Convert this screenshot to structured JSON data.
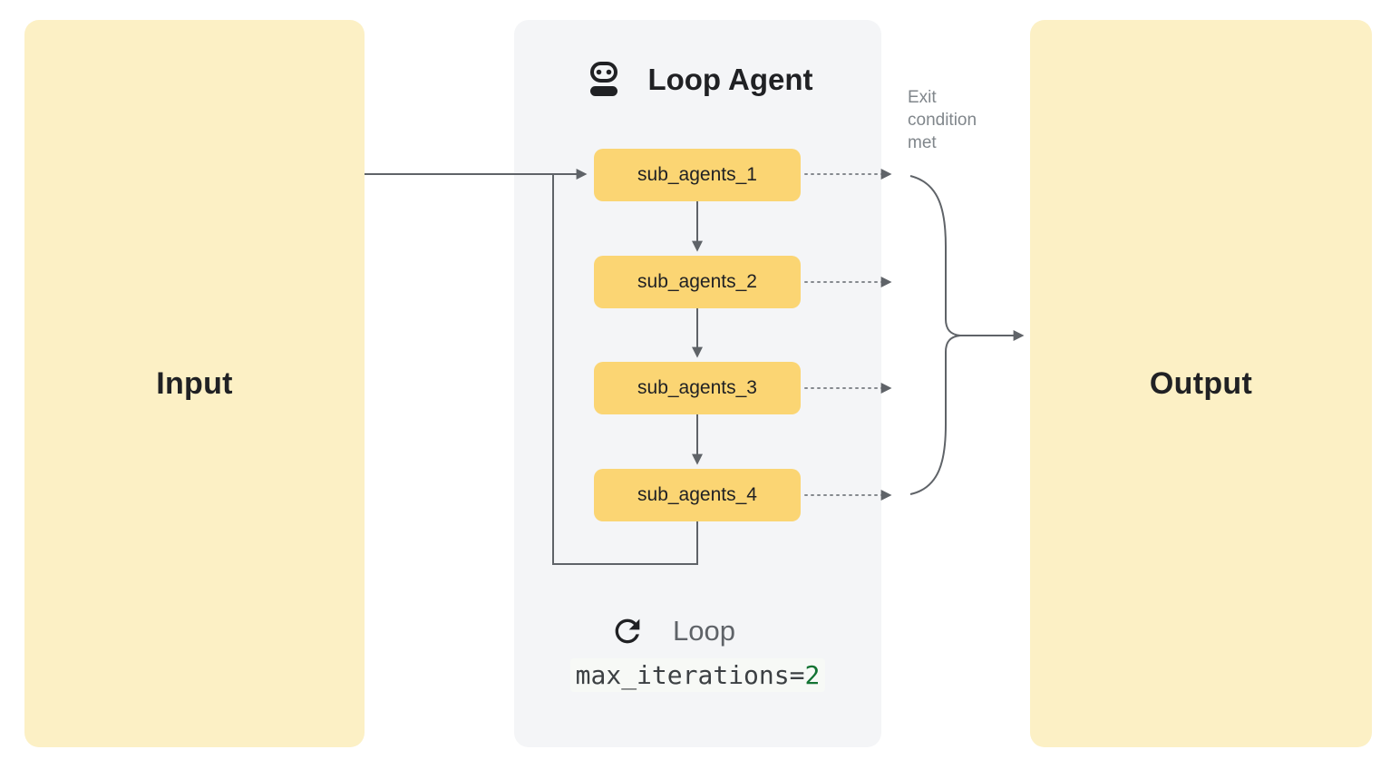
{
  "diagram": {
    "input": {
      "label": "Input"
    },
    "output": {
      "label": "Output"
    },
    "loop_agent": {
      "title": "Loop Agent",
      "icon": "robot-icon",
      "sub_agents": [
        {
          "label": "sub_agents_1"
        },
        {
          "label": "sub_agents_2"
        },
        {
          "label": "sub_agents_3"
        },
        {
          "label": "sub_agents_4"
        }
      ],
      "loop": {
        "icon": "loop-icon",
        "label": "Loop",
        "code_prefix": "max_iterations=",
        "code_value": "2"
      }
    },
    "exit_condition_label": "Exit condition met",
    "flow": {
      "edges": [
        "Input -> sub_agents_1",
        "sub_agents_1 -> sub_agents_2",
        "sub_agents_2 -> sub_agents_3",
        "sub_agents_3 -> sub_agents_4",
        "sub_agents_4 -> sub_agents_1 (loop back)",
        "sub_agents_1..4 -> Output (exit condition met)"
      ]
    },
    "colors": {
      "io_box_bg": "#fcf0c5",
      "sub_agent_bg": "#fbd573",
      "panel_bg": "#f4f5f7",
      "line": "#5f6368",
      "dotted_line": "#85898e",
      "text_dark": "#202124",
      "text_gray": "#80868b",
      "text_medium": "#5f6368",
      "code_text": "#3c4043",
      "code_value_green": "#137333"
    }
  }
}
